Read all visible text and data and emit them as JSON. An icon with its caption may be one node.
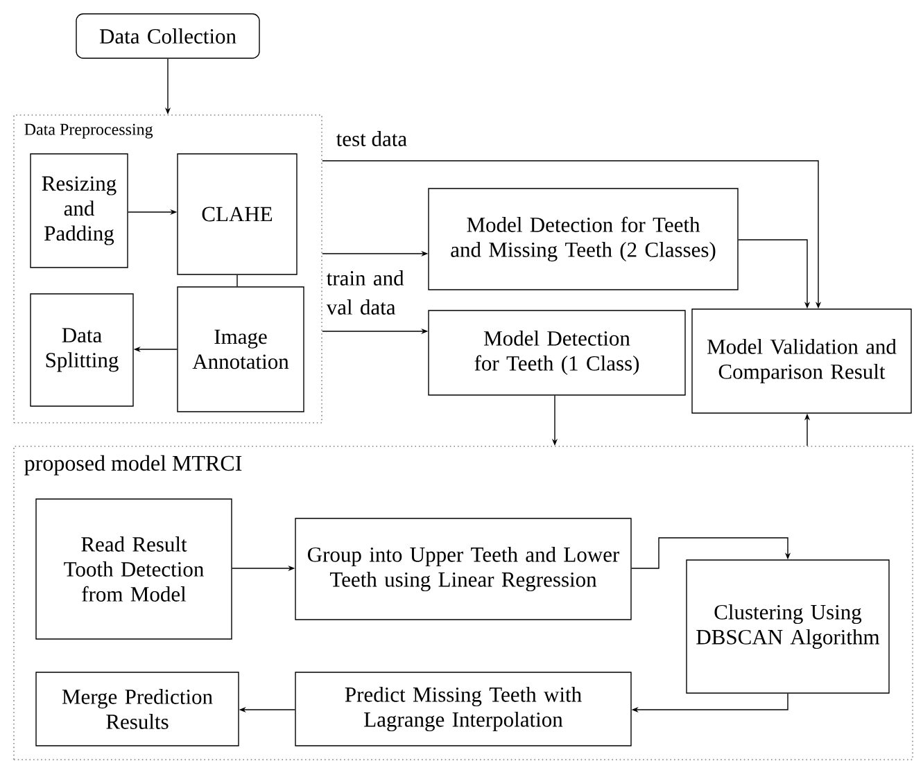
{
  "diagram": {
    "nodes": [
      {
        "text": [
          "Data Collection"
        ]
      },
      {
        "text": [
          "Data Preprocessing"
        ]
      },
      {
        "text": [
          "Resizing and Padding"
        ],
        "in": 1
      },
      {
        "text": [
          "CLAHE"
        ],
        "in": 1
      },
      {
        "text": [
          "Data Splitting"
        ],
        "in": 1
      },
      {
        "text": [
          "Image Annotation"
        ],
        "in": 1
      },
      {
        "text": [
          "Model Detection for Teeth and Missing Teeth (2 Classes)"
        ]
      },
      {
        "text": [
          "Model Detection for Teeth (1 Class)"
        ]
      },
      {
        "text": [
          "Model Validation and Comparison Result"
        ]
      },
      {
        "text": [
          "proposed model MTRCI"
        ]
      },
      {
        "text": [
          "Read Result Tooth Detection from Model"
        ],
        "in": 9
      },
      {
        "text": [
          "Group into Upper Teeth and Lower Teeth using Linear Regression"
        ],
        "in": 9
      },
      {
        "text": [
          "Clustering Using DBSCAN Algorithm"
        ],
        "in": 9
      },
      {
        "text": [
          "Merge Prediction Results"
        ],
        "in": 9
      },
      {
        "text": [
          "Predict Missing Teeth with Lagrange Interpolation"
        ],
        "in": 9
      }
    ],
    "edges": [
      {
        "from": 0,
        "to": 1,
        "arrow": "to"
      },
      {
        "from": 2,
        "to": 3,
        "arrow": "to"
      },
      {
        "from": 3,
        "to": 5,
        "arrow": "none"
      },
      {
        "from": 5,
        "to": 4,
        "arrow": "to"
      },
      {
        "from": 1,
        "to": 8,
        "arrow": "to",
        "label": "test data"
      },
      {
        "from": 1,
        "to": 6,
        "arrow": "to"
      },
      {
        "from": 1,
        "to": 7,
        "arrow": "to"
      },
      {
        "from": 6,
        "to": 8,
        "arrow": "to"
      },
      {
        "from": 7,
        "to": 9,
        "arrow": "to"
      },
      {
        "from": 9,
        "to": 8,
        "arrow": "to"
      },
      {
        "from": 10,
        "to": 11,
        "arrow": "to"
      },
      {
        "from": 11,
        "to": 12,
        "arrow": "to"
      },
      {
        "from": 12,
        "to": 14,
        "arrow": "to"
      },
      {
        "from": 14,
        "to": 13,
        "arrow": "to"
      }
    ],
    "labels": [
      "train and val data"
    ]
  }
}
